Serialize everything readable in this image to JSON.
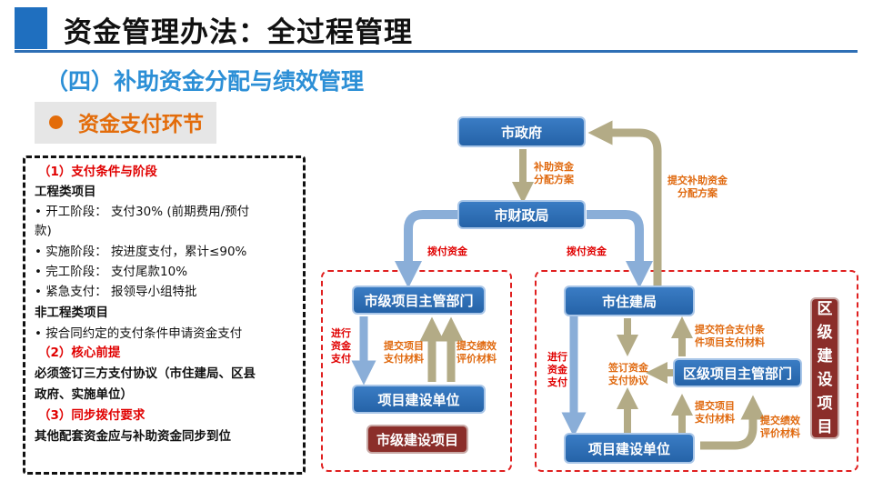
{
  "header": {
    "title": "资金管理办法：全过程管理",
    "subtitle": "（四）补助资金分配与绩效管理",
    "accent_color": "#1f6fbf"
  },
  "section": {
    "bullet_icon": "orange-dot",
    "label": "资金支付环节",
    "color": "#e36c0a"
  },
  "left_panel": {
    "h1": "（1）支付条件与阶段",
    "engineering_title": "工程类项目",
    "engineering_items": [
      "• 开工阶段：  支付30% (前期费用/预付",
      "款)",
      "• 实施阶段：  按进度支付，累计≤90%",
      "• 完工阶段：  支付尾款10%",
      "• 紧急支付：  报领导小组特批"
    ],
    "non_engineering_title": "非工程类项目",
    "non_engineering_item": "•   按合同约定的支付条件申请资金支付",
    "h2": "（2）核心前提",
    "h2_text_1": "必须签订三方支付协议（市住建局、区县",
    "h2_text_2": "政府、实施单位）",
    "h3": "（3）同步拨付要求",
    "h3_text": " 其他配套资金应与补助资金同步到位"
  },
  "diagram": {
    "nodes": {
      "city_gov": "市政府",
      "finance_bureau": "市财政局",
      "city_dept": "市级项目主管部门",
      "city_unit": "项目建设单位",
      "city_project": "市级建设项目",
      "housing_bureau": "市住建局",
      "district_dept": "区级项目主管部门",
      "district_unit": "项目建设单位",
      "district_project": "区级建设项目"
    },
    "labels": {
      "allocation_plan": [
        "补助资金",
        "分配方案"
      ],
      "submit_plan": [
        "提交补助资金",
        "分配方案"
      ],
      "disburse_left": "拨付资金",
      "disburse_right": "拨付资金",
      "pay_left": [
        "进行",
        "资金",
        "支付"
      ],
      "submit_payment_left": [
        "提交项目",
        "支付材料"
      ],
      "submit_perf_left": [
        "提交绩效",
        "评价材料"
      ],
      "pay_right": [
        "进行",
        "资金",
        "支付"
      ],
      "sign_agreement": [
        "签订资金",
        "支付协议"
      ],
      "submit_qualified": [
        "提交符合支付条",
        "件项目支付材料"
      ],
      "submit_payment_right": [
        "提交项目",
        "支付材料"
      ],
      "submit_perf_right": [
        "提交绩效",
        "评价材料"
      ]
    },
    "colors": {
      "node_blue": "#2e6db4",
      "node_red": "#8b2e2a",
      "arrow_blue": "#8aaed8",
      "arrow_khaki": "#b3ab86",
      "label_orange": "#e06a10",
      "label_red": "#e00000",
      "region_border": "#e02020"
    }
  }
}
